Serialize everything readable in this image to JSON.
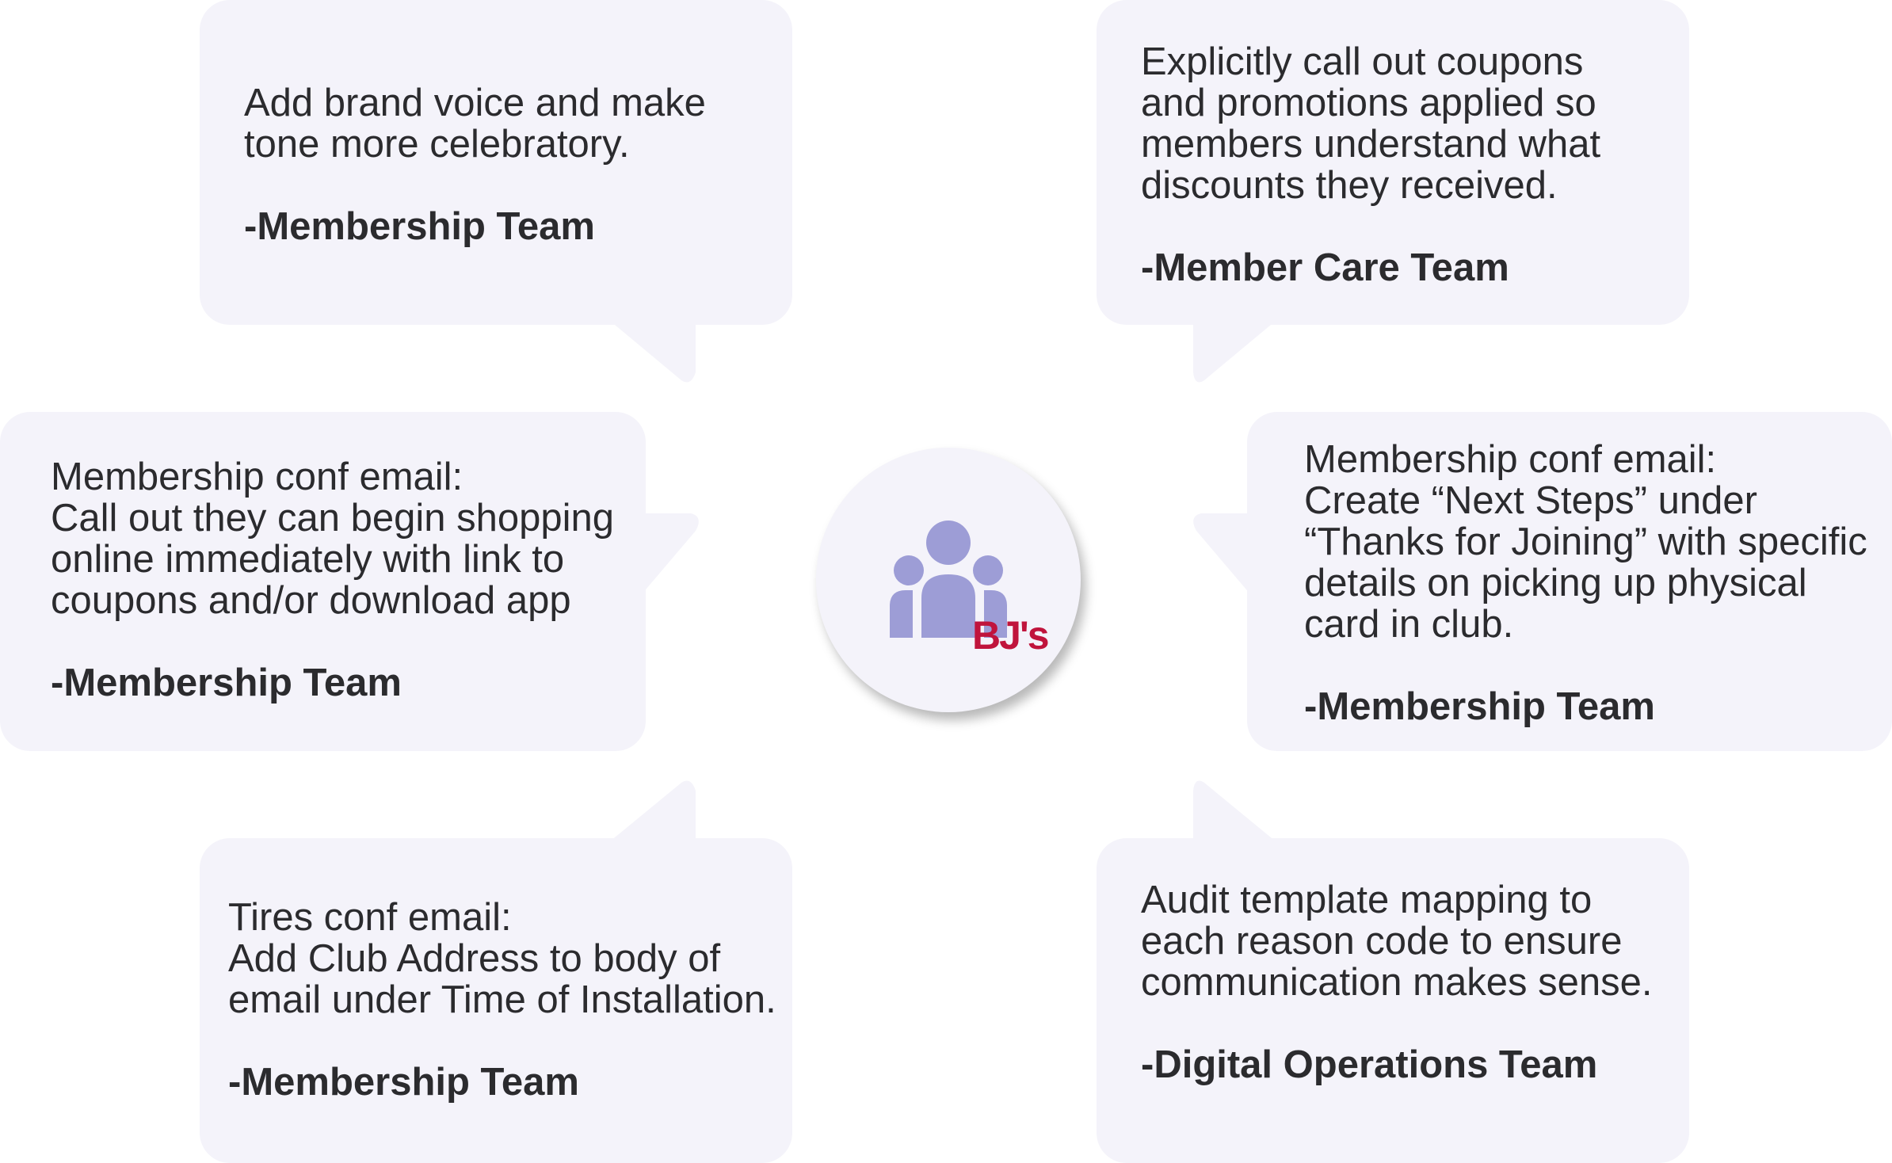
{
  "bubbles": [
    {
      "lines": [
        "Add brand voice and make",
        "tone more celebratory."
      ],
      "team": "-Membership Team"
    },
    {
      "lines": [
        "Explicitly call out coupons",
        "and promotions applied so",
        "members understand what",
        "discounts they received."
      ],
      "team": "-Member Care Team"
    },
    {
      "lines": [
        "Membership conf email:",
        "Call out they can begin shopping",
        "online immediately with link to",
        "coupons and/or download app"
      ],
      "team": "-Membership Team"
    },
    {
      "lines": [
        "Membership conf email:",
        "Create “Next Steps” under",
        "“Thanks for Joining” with specific",
        "details on picking up physical",
        "card in club."
      ],
      "team": "-Membership Team"
    },
    {
      "lines": [
        "Tires conf email:",
        "Add Club Address to body of",
        "email under Time of Installation."
      ],
      "team": "-Membership Team"
    },
    {
      "lines": [
        "Audit template mapping to",
        "each reason code to ensure",
        "communication makes sense."
      ],
      "team": "-Digital Operations Team"
    }
  ],
  "center": {
    "icon": "people-group-icon",
    "logo_text": "BJ's",
    "colors": {
      "icon": "#9d9dd6",
      "logo": "#c0143c",
      "bubble": "#f4f3fa"
    }
  }
}
